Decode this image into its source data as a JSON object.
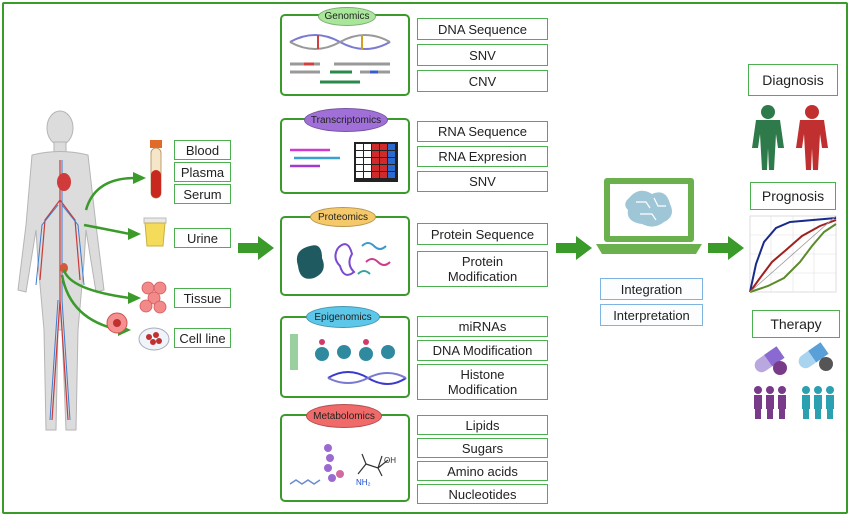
{
  "sources": [
    "Blood",
    "Plasma",
    "Serum",
    "Urine",
    "Tissue",
    "Cell line"
  ],
  "omics": [
    {
      "name": "Genomics",
      "color": "#a8e69a",
      "items": [
        "DNA Sequence",
        "SNV",
        "CNV"
      ]
    },
    {
      "name": "Transcriptomics",
      "color": "#a070d8",
      "items": [
        "RNA Sequence",
        "RNA Expresion",
        "SNV"
      ]
    },
    {
      "name": "Proteomics",
      "color": "#f5c96a",
      "items": [
        "Protein Sequence",
        "Protein\nModification"
      ]
    },
    {
      "name": "Epigenomics",
      "color": "#5cc7e8",
      "items": [
        "miRNAs",
        "DNA Modification",
        "Histone\nModification"
      ]
    },
    {
      "name": "Metabolomics",
      "color": "#f06a6a",
      "items": [
        "Lipids",
        "Sugars",
        "Amino acids",
        "Nucleotides"
      ]
    }
  ],
  "analysis": [
    "Integration",
    "Interpretation"
  ],
  "outcomes": {
    "diagnosis": "Diagnosis",
    "prognosis": "Prognosis",
    "therapy": "Therapy"
  },
  "chem": {
    "oh": "OH",
    "nh2": "NH₂"
  },
  "colors": {
    "green": "#3a9a2a",
    "arrow": "#3a9a2a",
    "laptop": "#6ab04c"
  }
}
